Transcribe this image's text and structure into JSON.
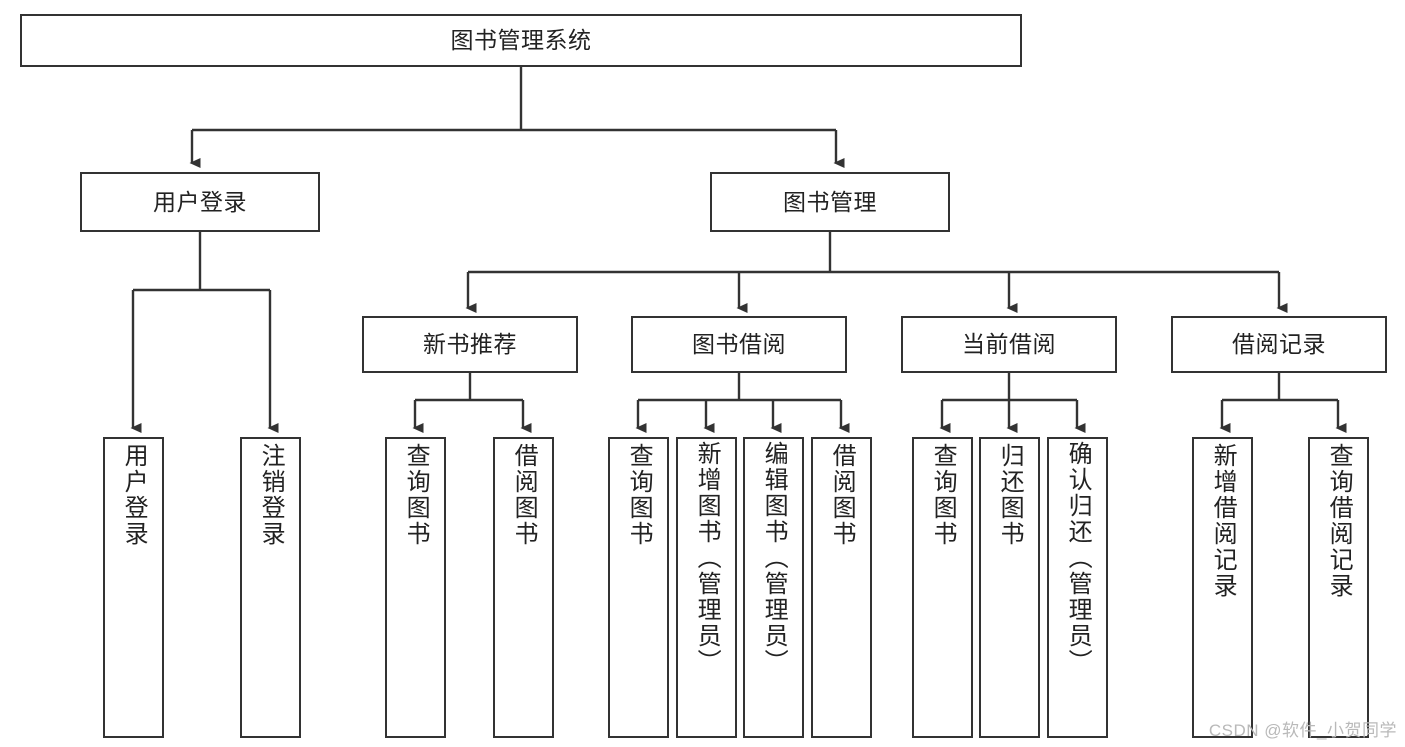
{
  "diagram": {
    "type": "tree",
    "title": "图书管理系统",
    "watermark": "CSDN @软件_小贺同学",
    "colors": {
      "box_border": "#333333",
      "box_fill": "#ffffff",
      "connector": "#333333",
      "text": "#222222",
      "watermark": "#b9b9b9"
    },
    "root": {
      "label": "图书管理系统"
    },
    "level2": [
      {
        "label": "用户登录"
      },
      {
        "label": "图书管理"
      }
    ],
    "level3": [
      {
        "label": "新书推荐"
      },
      {
        "label": "图书借阅"
      },
      {
        "label": "当前借阅"
      },
      {
        "label": "借阅记录"
      }
    ],
    "leaves": {
      "user_login": [
        {
          "label": "用户登录"
        },
        {
          "label": "注销登录"
        }
      ],
      "new_book": [
        {
          "label": "查询图书"
        },
        {
          "label": "借阅图书"
        }
      ],
      "book_borrow": [
        {
          "label": "查询图书"
        },
        {
          "label": "新增图书（管理员）"
        },
        {
          "label": "编辑图书（管理员）"
        },
        {
          "label": "借阅图书"
        }
      ],
      "current_borrow": [
        {
          "label": "查询图书"
        },
        {
          "label": "归还图书"
        },
        {
          "label": "确认归还（管理员）"
        }
      ],
      "borrow_record": [
        {
          "label": "新增借阅记录"
        },
        {
          "label": "查询借阅记录"
        }
      ]
    }
  }
}
